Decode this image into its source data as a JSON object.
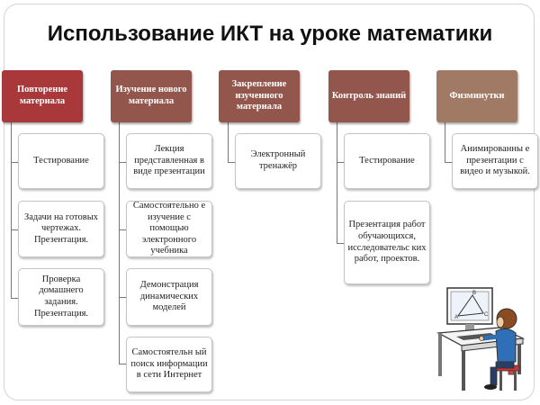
{
  "title": "Использование ИКТ на уроке математики",
  "columns": [
    {
      "header": "Повторение материала",
      "items": [
        "Тестирование",
        "Задачи на готовых чертежах. Презентация.",
        "Проверка домашнего задания. Презентация."
      ]
    },
    {
      "header": "Изучение нового материала",
      "items": [
        "Лекция представленная в виде презентации",
        "Самостоятельно е изучение с помощью электронного учебника",
        "Демонстрация динамических моделей",
        "Самостоятельн ый поиск информации в сети Интернет"
      ]
    },
    {
      "header": "Закрепление изученного материала",
      "items": [
        "Электронный тренажёр"
      ]
    },
    {
      "header": "Контроль знаний",
      "items": [
        "Тестирование",
        "Презентация работ обучающихся, исследовательс ких работ, проектов."
      ]
    },
    {
      "header": "Физминутки",
      "items": [
        "Анимированны е презентации с видео и музыкой."
      ]
    }
  ],
  "colors": {
    "header_red": "#a9383b",
    "header_brown": "#93564c",
    "header_tan": "#a17a65"
  },
  "clipart_labels": {
    "a": "A",
    "b": "B",
    "c": "C"
  }
}
